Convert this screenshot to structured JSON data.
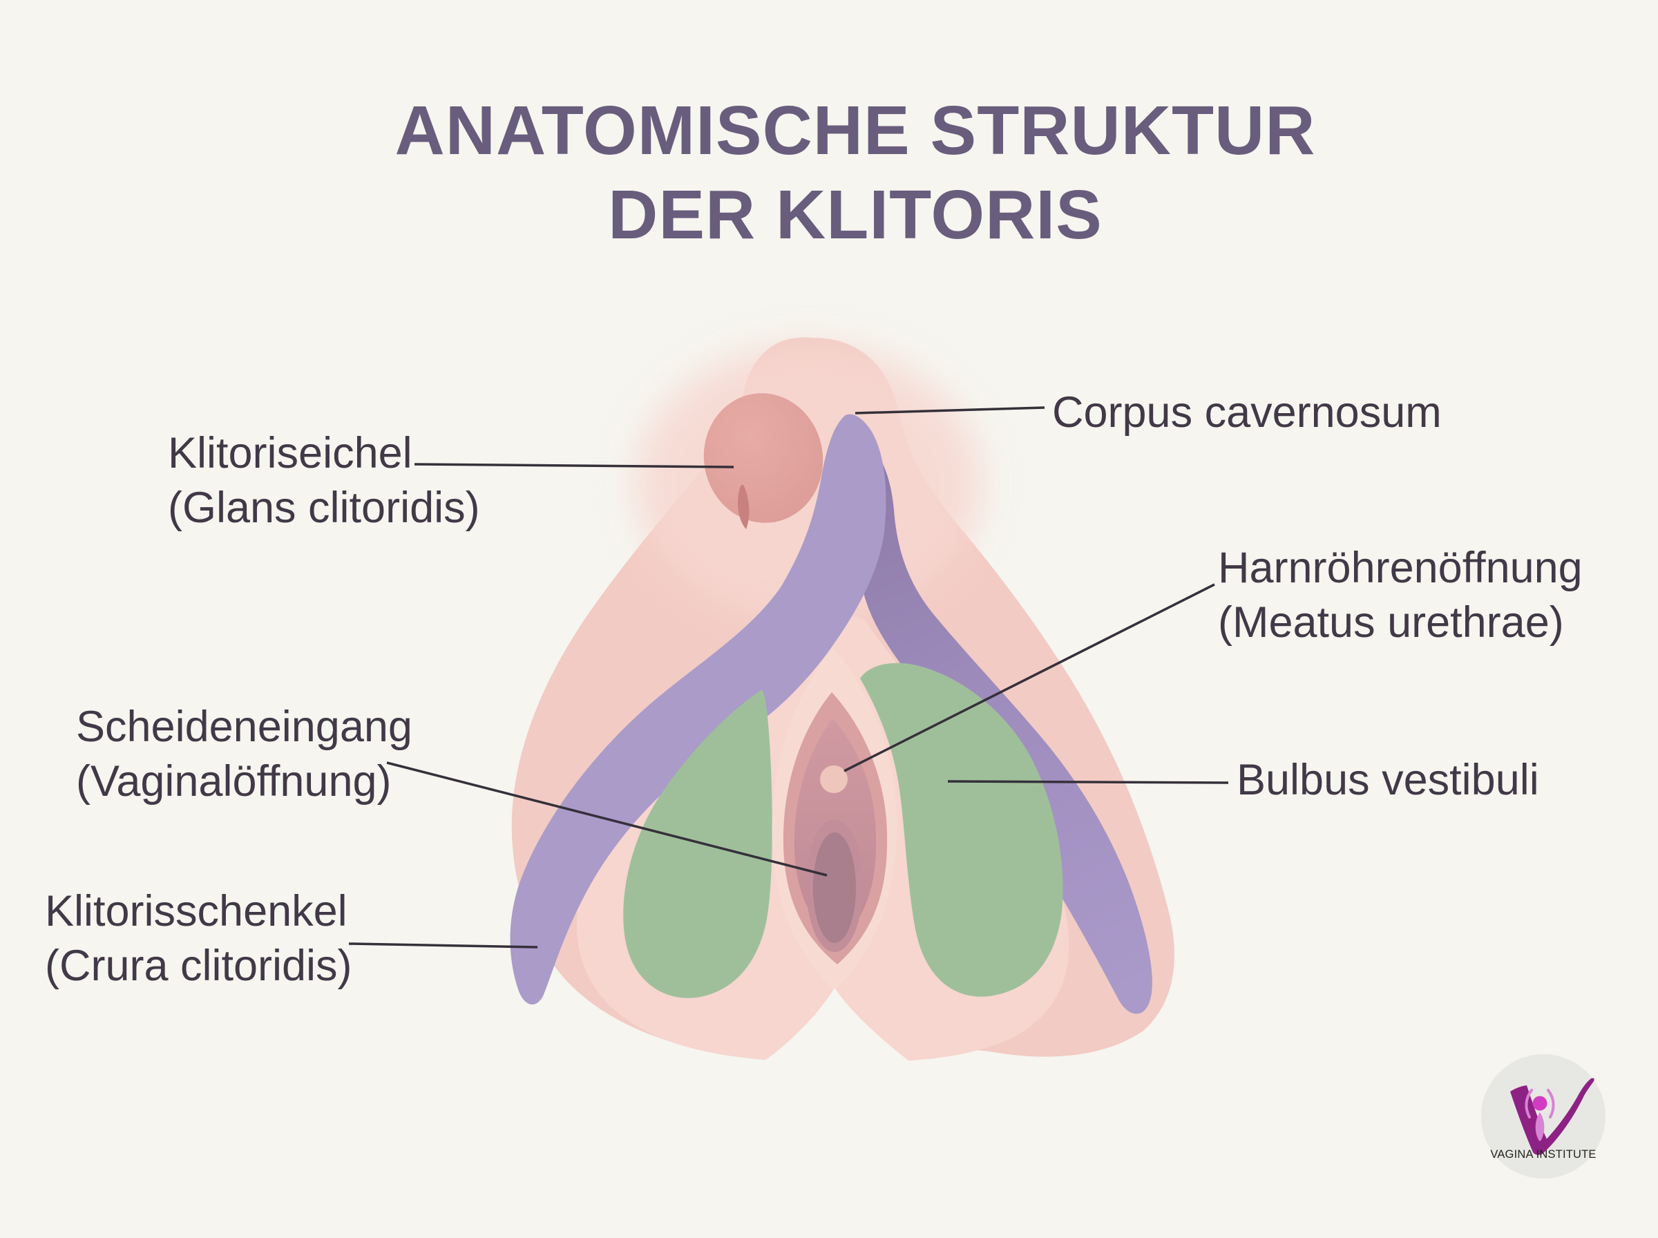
{
  "title": {
    "line1": "ANATOMISCHE STRUKTUR",
    "line2": "DER KLITORIS"
  },
  "labels": {
    "klitoriseichel": {
      "line1": "Klitoriseichel",
      "line2": "(Glans clitoridis)"
    },
    "corpus": {
      "line1": "Corpus cavernosum"
    },
    "harnroehrenoeffnung": {
      "line1": "Harnröhrenöffnung",
      "line2": "(Meatus urethrae)"
    },
    "scheideneingang": {
      "line1": "Scheideneingang",
      "line2": "(Vaginalöffnung)"
    },
    "bulbus": {
      "line1": "Bulbus vestibuli"
    },
    "klitorisschenkel": {
      "line1": "Klitorisschenkel",
      "line2": "(Crura clitoridis)"
    }
  },
  "logo": {
    "name": "VAGINA INSTITUTE"
  },
  "colors": {
    "background": "#f6f5ef",
    "title_text": "#695d7d",
    "label_text": "#413947",
    "pointer_line": "#35303a",
    "skin_outer_pink": "#f2cbc4",
    "skin_inner_pink": "#f6d6cf",
    "glans_rose": "#e1a19b",
    "corpus_purple_light": "#aa9bc9",
    "corpus_purple_dark": "#8d7aa7",
    "bulbus_green": "#9fbf9b",
    "vestibule_rose": "#d9a1a2",
    "vestibule_rose_mid": "#c28e98",
    "vaginal_opening_dark": "#a97e8d",
    "urethral_opening_light": "#eec6bb",
    "logo_magenta": "#8e2184",
    "logo_pink": "#d784d3",
    "logo_head_pink": "#d13cc2",
    "logo_circle": "#e7e8e4"
  }
}
